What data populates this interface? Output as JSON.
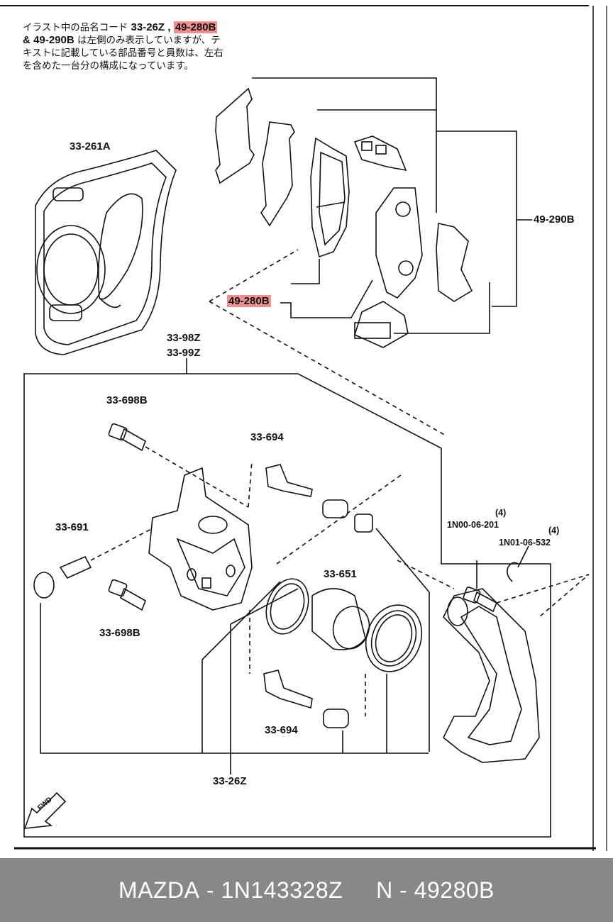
{
  "note": {
    "line1_prefix": "イラスト中の品名コード",
    "line1_code1": "33-26Z",
    "line1_sep": ",",
    "line1_code2": "49-280B",
    "line2_prefix": "&",
    "line2_code": "49-290B",
    "line2_text": "は左側のみ表示していますが、テ",
    "line3": "キストに記載している部品番号と員数は、左右",
    "line4": "を含めた一台分の構成になっています。"
  },
  "labels": {
    "p33_261a": "33-261A",
    "p49_290b": "49-290B",
    "p49_280b": "49-280B",
    "p33_98z": "33-98Z",
    "p33_99z": "33-99Z",
    "p33_698b_top": "33-698B",
    "p33_694_top": "33-694",
    "p33_691": "33-691",
    "p33_698b_bottom": "33-698B",
    "p33_651": "33-651",
    "p1n00": "1N00-06-201",
    "p1n00_qty": "(4)",
    "p1n01": "1N01-06-532",
    "p1n01_qty": "(4)",
    "p33_694_bottom": "33-694",
    "p33_26z": "33-26Z",
    "fwd": "FWD"
  },
  "colors": {
    "highlight": "#f08f8f",
    "footer_bg": "#888888",
    "footer_text": "#ffffff"
  },
  "footer": {
    "brand": "MAZDA",
    "dash1": " - ",
    "part_number": "1N143328Z",
    "gap": "     ",
    "code_prefix": "N",
    "dash2": " - ",
    "code": "49280B"
  }
}
